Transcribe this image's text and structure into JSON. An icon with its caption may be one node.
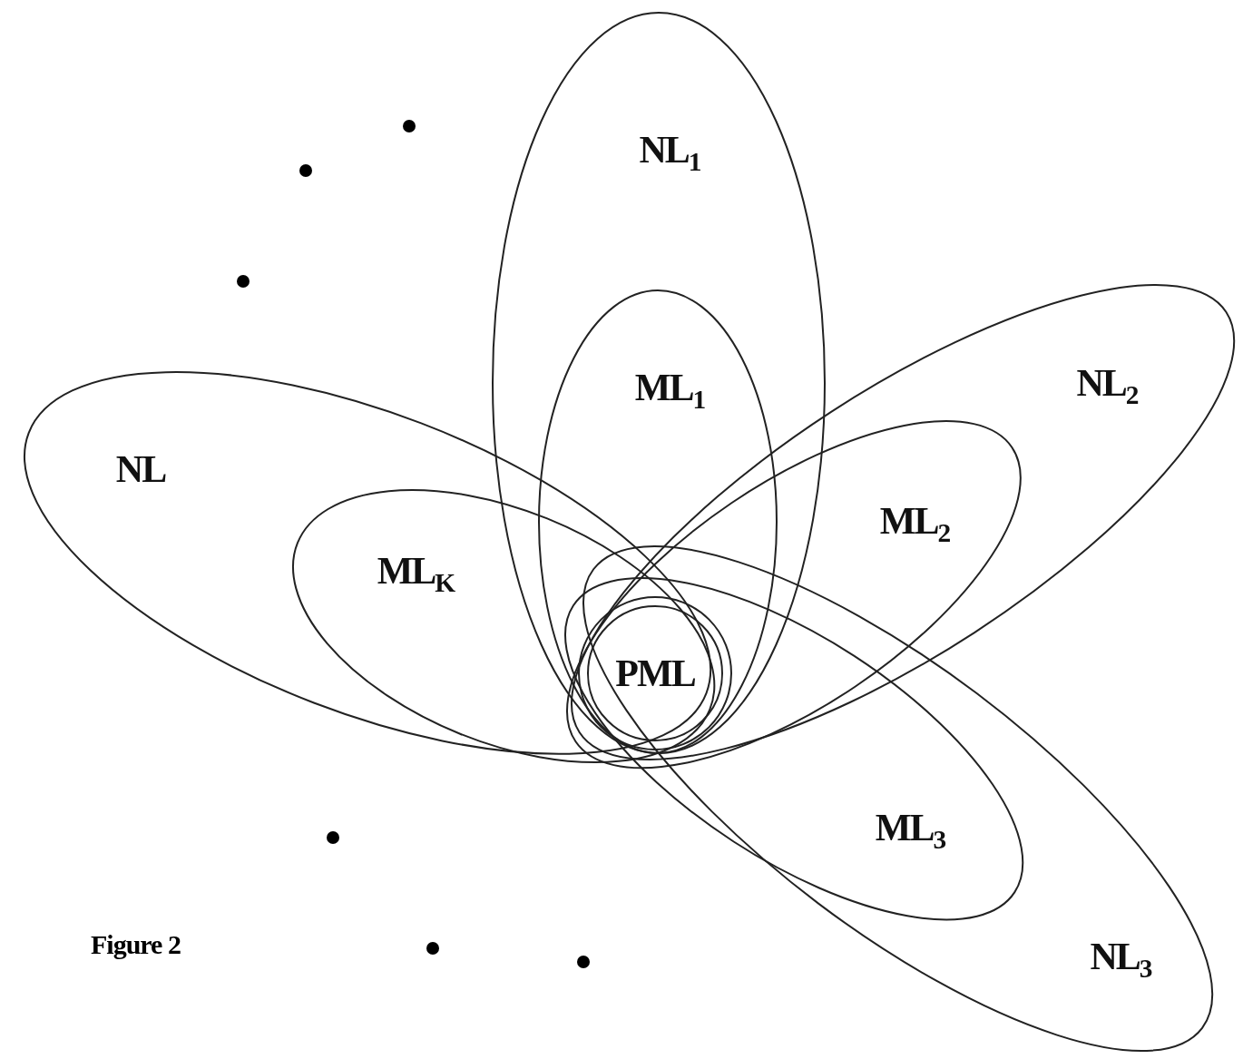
{
  "diagram": {
    "caption": "Figure 2",
    "nodes": [
      {
        "text": [
          "NL$_{1}$"
        ]
      },
      {
        "text": [
          "ML$_{1}$"
        ],
        "in": 0
      },
      {
        "text": [
          "NL$_{2}$"
        ]
      },
      {
        "text": [
          "ML$_{2}$"
        ],
        "in": 2
      },
      {
        "text": [
          "NL"
        ]
      },
      {
        "text": [
          "ML$_{K}$"
        ],
        "in": 4
      },
      {
        "text": [
          "PML"
        ]
      },
      {
        "text": [
          "NL$_{3}$"
        ]
      },
      {
        "text": [
          "ML$_{3}$"
        ],
        "in": 7
      }
    ],
    "edges": []
  }
}
